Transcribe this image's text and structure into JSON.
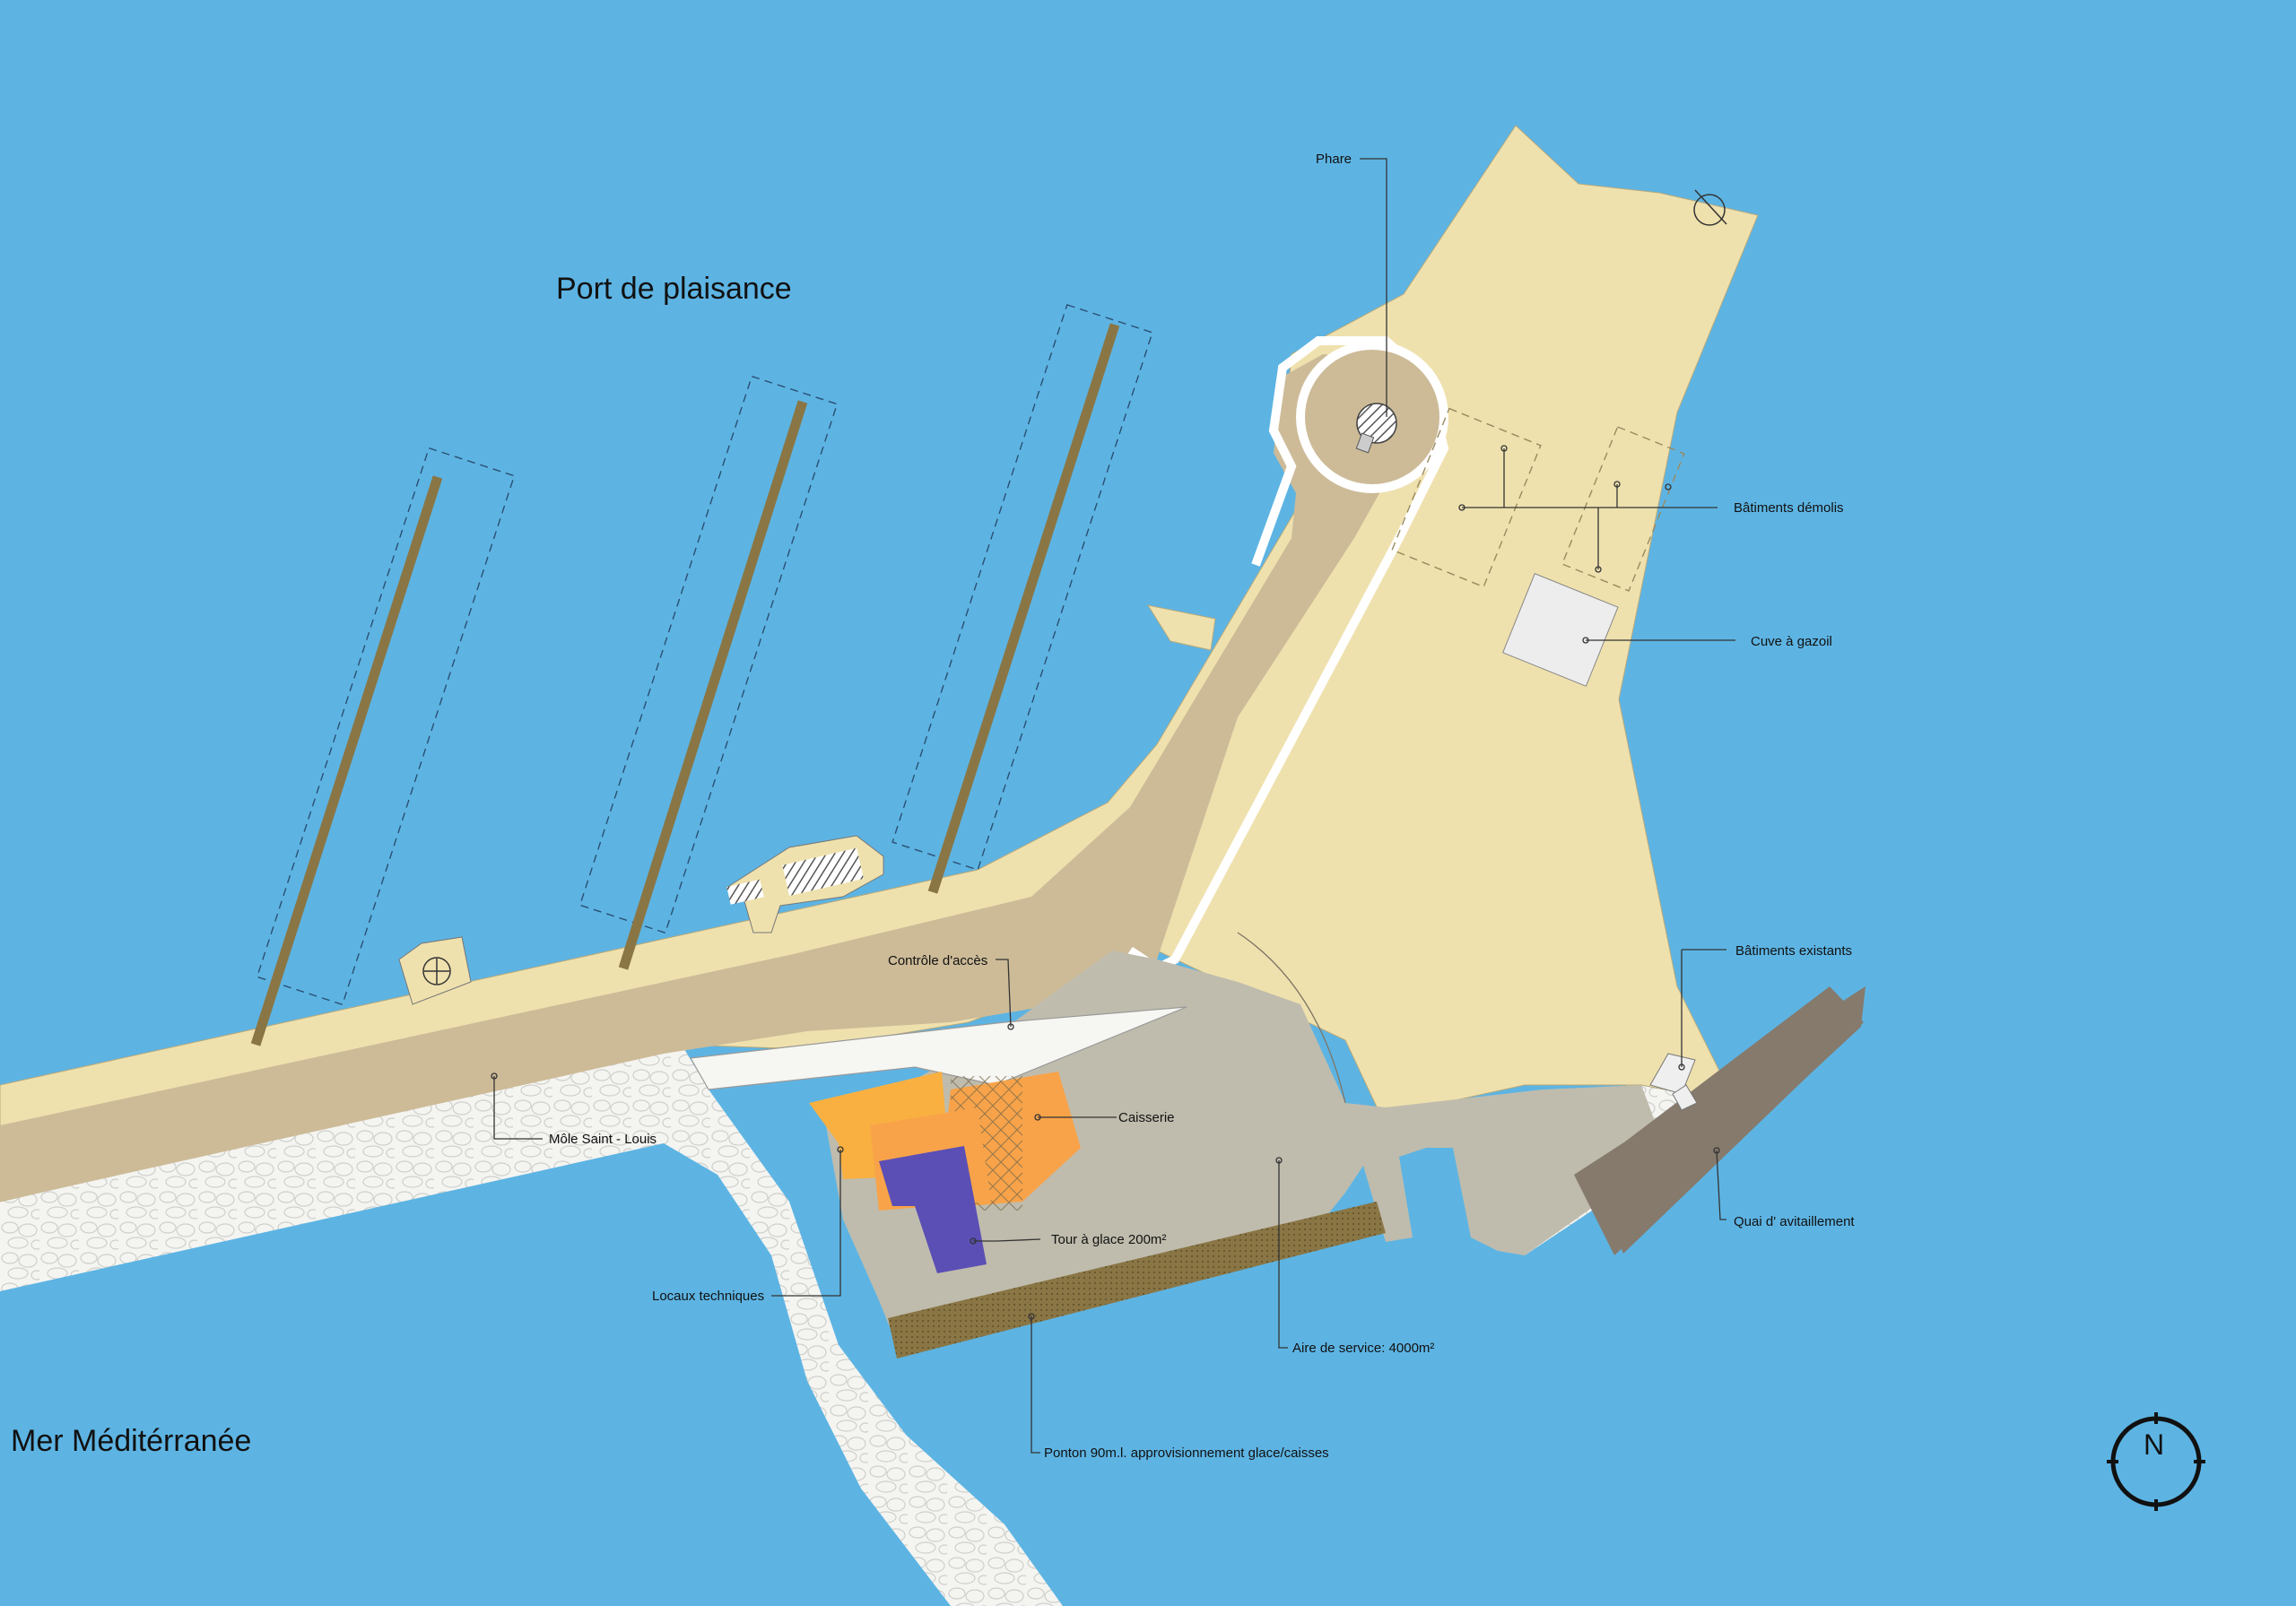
{
  "colors": {
    "sea": "#5db4e3",
    "sand": "#efe1ae",
    "quay": "#cdbb98",
    "service_area": "#bfbcad",
    "rock": "#f4f4f1",
    "pontoon": "#8a7645",
    "caisserie": "#f8a349",
    "locaux": "#f9b040",
    "tour_glace": "#5b4fb5",
    "quai_avitaillement": "#857a6c"
  },
  "regions": {
    "port": "Port de plaisance",
    "sea": "Mer Méditérranée"
  },
  "labels": {
    "phare": "Phare",
    "batiments_demolis": "Bâtiments démolis",
    "cuve": "Cuve à gazoil",
    "batiments_existants": "Bâtiments existants",
    "quai_avitaillement": "Quai d' avitaillement",
    "controle": "Contrôle d'accès",
    "caisserie": "Caisserie",
    "mole": "Môle Saint - Louis",
    "tour": "Tour à glace 200m²",
    "locaux": "Locaux techniques",
    "aire": "Aire de service: 4000m²",
    "ponton": "Ponton 90m.l. approvisionnement glace/caisses"
  },
  "compass": {
    "letter": "N",
    "icon": "north-arrow-icon"
  }
}
